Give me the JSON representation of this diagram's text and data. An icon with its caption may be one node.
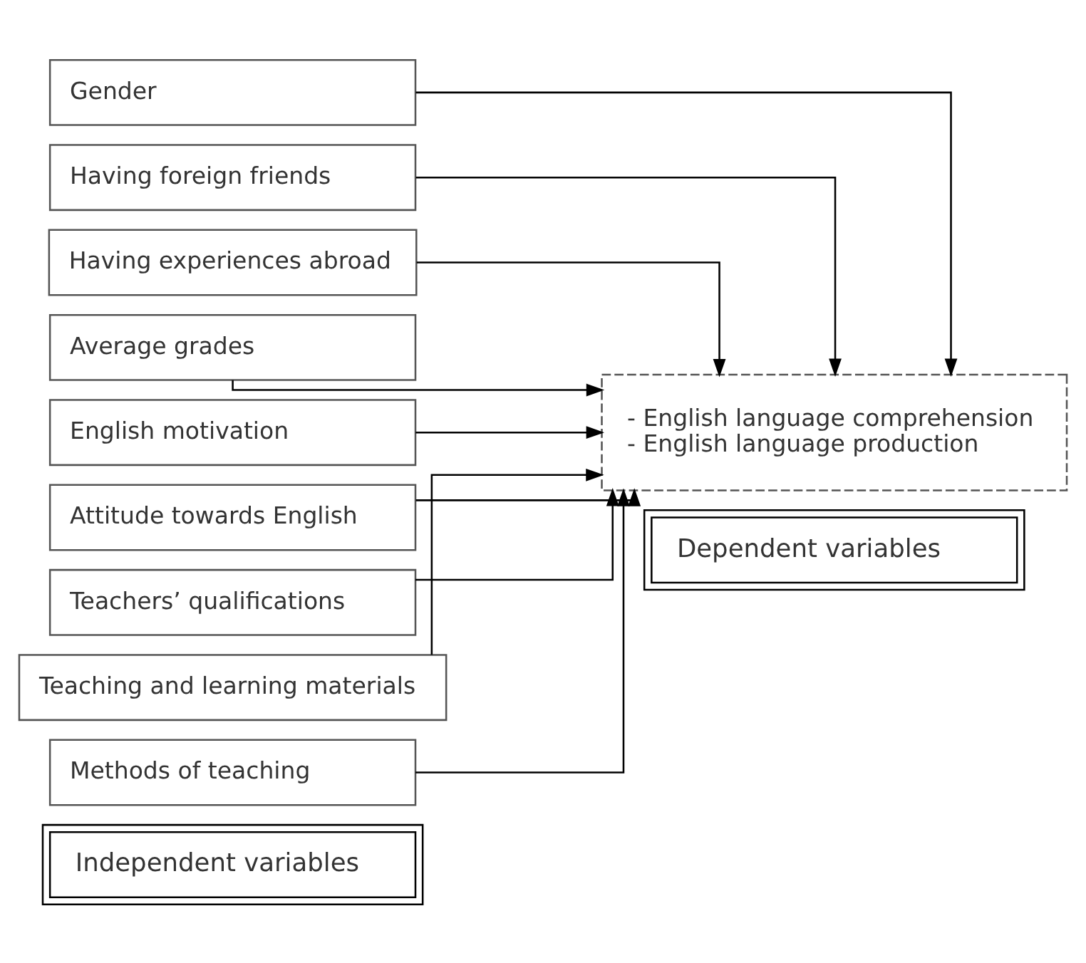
{
  "diagram": {
    "nodes": [
      {
        "text": [
          "Independent variables"
        ]
      },
      {
        "text": [
          "Dependent variables"
        ]
      },
      {
        "text": [
          "Gender"
        ]
      },
      {
        "text": [
          "Having foreign friends"
        ]
      },
      {
        "text": [
          "Having experiences abroad"
        ]
      },
      {
        "text": [
          "Average grades"
        ]
      },
      {
        "text": [
          "English motivation"
        ]
      },
      {
        "text": [
          "Attitude towards English"
        ]
      },
      {
        "text": [
          "Teachers’ qualifications"
        ]
      },
      {
        "text": [
          "Teaching and learning materials"
        ]
      },
      {
        "text": [
          "Methods of teaching"
        ]
      },
      {
        "text": [
          "- English language comprehension",
          "- English language production"
        ]
      }
    ],
    "edges": [
      {
        "from": 2,
        "to": 11,
        "arrow": "to"
      },
      {
        "from": 3,
        "to": 11,
        "arrow": "to"
      },
      {
        "from": 4,
        "to": 11,
        "arrow": "to"
      },
      {
        "from": 5,
        "to": 11,
        "arrow": "to"
      },
      {
        "from": 6,
        "to": 11,
        "arrow": "to"
      },
      {
        "from": 7,
        "to": 11,
        "arrow": "to"
      },
      {
        "from": 8,
        "to": 11,
        "arrow": "to"
      },
      {
        "from": 9,
        "to": 11,
        "arrow": "to"
      },
      {
        "from": 10,
        "to": 11,
        "arrow": "to"
      }
    ]
  }
}
